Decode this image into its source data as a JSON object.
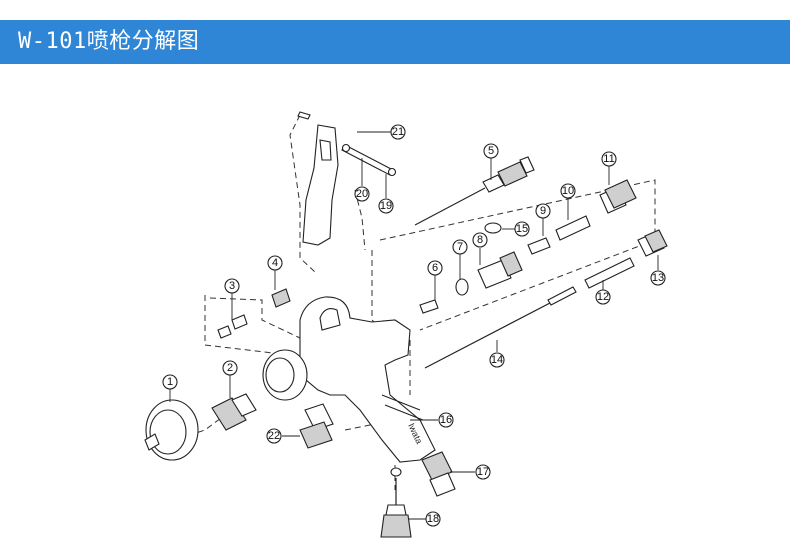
{
  "header": {
    "title": "W-101喷枪分解图",
    "background": "#2f86d6"
  },
  "diagram": {
    "callouts": [
      "1",
      "2",
      "3",
      "4",
      "5",
      "6",
      "7",
      "8",
      "9",
      "10",
      "11",
      "12",
      "13",
      "14",
      "15",
      "16",
      "17",
      "18",
      "19",
      "20",
      "21",
      "22"
    ],
    "gun_brand_text": "Iwata"
  }
}
